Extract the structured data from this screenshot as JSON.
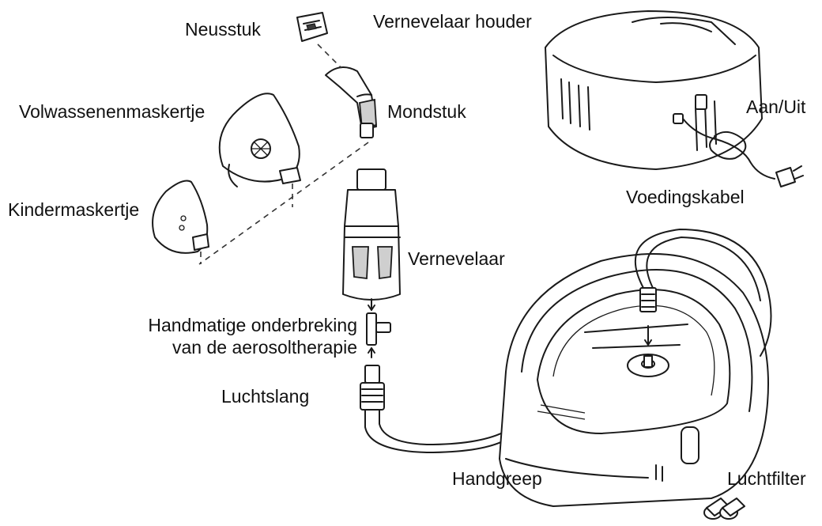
{
  "labels": {
    "neusstuk": "Neusstuk",
    "vernevelaar_houder": "Vernevelaar houder",
    "volwassenenmaskertje": "Volwassenenmaskertje",
    "mondstuk": "Mondstuk",
    "aan_uit": "Aan/Uit",
    "kindermaskertje": "Kindermaskertje",
    "voedingskabel": "Voedingskabel",
    "vernevelaar": "Vernevelaar",
    "onderbreking_line1": "Handmatige onderbreking",
    "onderbreking_line2": "van de aerosoltherapie",
    "luchtslang": "Luchtslang",
    "handgreep": "Handgreep",
    "luchtfilter": "Luchtfilter"
  },
  "colors": {
    "stroke": "#1a1a1a",
    "background": "#ffffff",
    "text": "#111111"
  }
}
